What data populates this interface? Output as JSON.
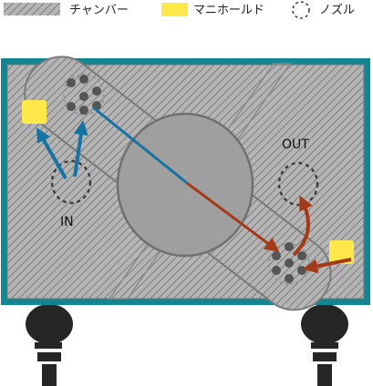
{
  "legend": {
    "chamber_label": "チャンバー",
    "manifold_label": "マニホールド",
    "nozzle_label": "ノズル"
  },
  "labels": {
    "inlet": "IN",
    "outlet": "OUT"
  },
  "colors": {
    "frame": "#128693",
    "chamber_fill": "#b5b5b5",
    "hatch": "#7d7d7d",
    "manifold": "#ffe94a",
    "rotor": "#9f9f9f",
    "rotor_stroke": "#707070",
    "inflow_arrow": "#1574a4",
    "outflow_arrow": "#a43a1a",
    "nozzle_dot": "#555555",
    "caster": "#262626"
  }
}
